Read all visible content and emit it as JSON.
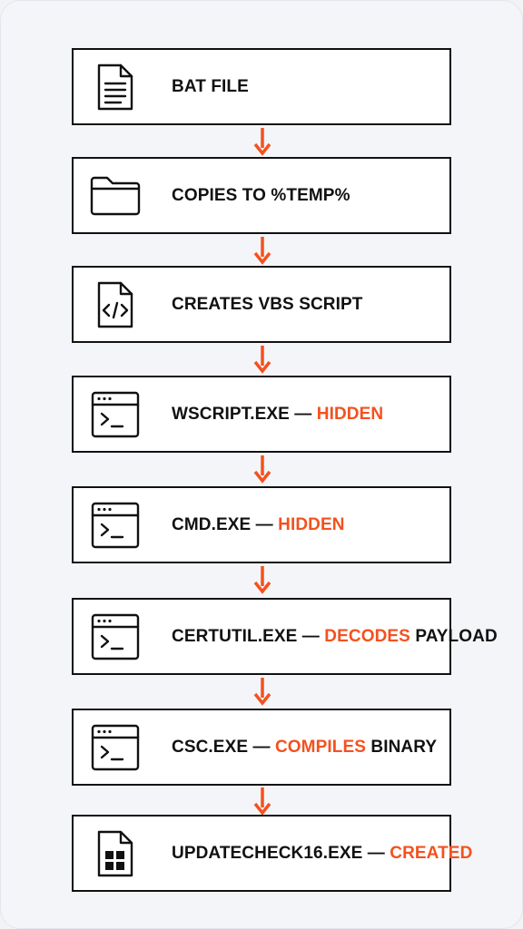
{
  "colors": {
    "accent": "#f4511e",
    "border": "#111111",
    "background": "#f3f5f8"
  },
  "steps": [
    {
      "icon": "document-icon",
      "parts": [
        {
          "text": "BAT FILE"
        }
      ]
    },
    {
      "icon": "folder-icon",
      "parts": [
        {
          "text": "COPIES TO %TEMP%"
        }
      ]
    },
    {
      "icon": "code-file-icon",
      "parts": [
        {
          "text": "CREATES VBS SCRIPT"
        }
      ]
    },
    {
      "icon": "terminal-window-icon",
      "parts": [
        {
          "text": "WSCRIPT.EXE — "
        },
        {
          "text": "HIDDEN",
          "highlight": true
        }
      ]
    },
    {
      "icon": "terminal-window-icon",
      "parts": [
        {
          "text": "CMD.EXE — "
        },
        {
          "text": "HIDDEN",
          "highlight": true
        }
      ]
    },
    {
      "icon": "terminal-window-icon",
      "parts": [
        {
          "text": "CERTUTIL.EXE — "
        },
        {
          "text": "DECODES",
          "highlight": true
        },
        {
          "text": " PAYLOAD"
        }
      ]
    },
    {
      "icon": "terminal-window-icon",
      "parts": [
        {
          "text": "CSC.EXE — "
        },
        {
          "text": "COMPILES",
          "highlight": true
        },
        {
          "text": " BINARY"
        }
      ]
    },
    {
      "icon": "executable-file-icon",
      "parts": [
        {
          "text": "UPDATECHECK16.EXE — "
        },
        {
          "text": "CREATED",
          "highlight": true
        }
      ]
    }
  ]
}
